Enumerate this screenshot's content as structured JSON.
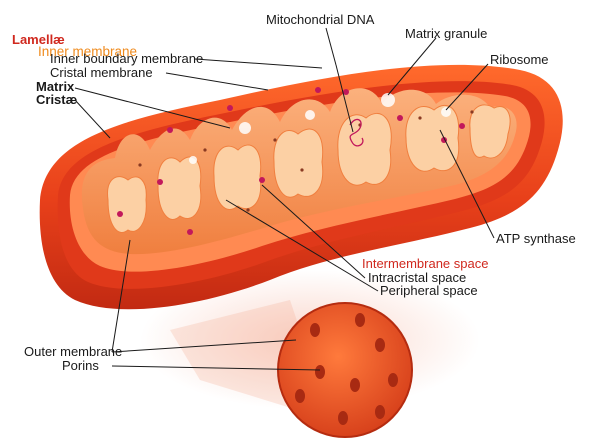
{
  "labels": {
    "lamellae": "Lamellæ",
    "inner_membrane": "Inner membrane",
    "inner_boundary_membrane": "Inner boundary membrane",
    "cristal_membrane": "Cristal membrane",
    "matrix": "Matrix",
    "cristae": "Cristæ",
    "mitochondrial_dna": "Mitochondrial DNA",
    "matrix_granule": "Matrix granule",
    "ribosome": "Ribosome",
    "atp_synthase": "ATP synthase",
    "intermembrane_space": "Intermembrane space",
    "intracristal_space": "Intracristal space",
    "peripheral_space": "Peripheral space",
    "outer_membrane": "Outer membrane",
    "porins": "Porins"
  },
  "colors": {
    "outer_membrane": "#e8401a",
    "outer_membrane_dark": "#c22a12",
    "inner_membrane": "#f59a5c",
    "matrix": "#fbc795",
    "heading_red": "#d0281e",
    "heading_orange": "#ef8a1c",
    "atp_synthase": "#c2185b"
  }
}
